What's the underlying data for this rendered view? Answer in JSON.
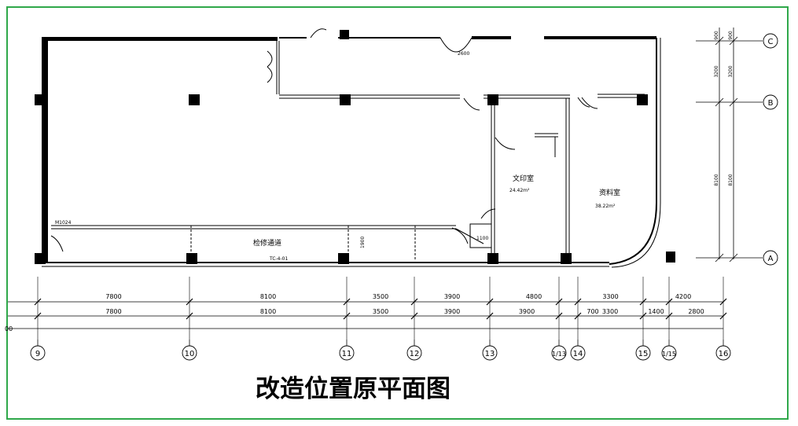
{
  "title": "改造位置原平面图",
  "rooms": {
    "print_room": {
      "name": "文印室",
      "area": "24.42m²"
    },
    "archive_room": {
      "name": "资料室",
      "area": "38.22m²"
    },
    "corridor": {
      "name": "检修通道"
    }
  },
  "labels": {
    "door_2600": "2600",
    "door_m1024": "M1024",
    "dim_1900": "1900",
    "dim_1100": "1100",
    "beam": "TC-4-01"
  },
  "row_dims_top": [
    "7800",
    "8100",
    "3500",
    "3900",
    "4800",
    "3300",
    "4200"
  ],
  "row_dims_bottom": [
    "7800",
    "8100",
    "3500",
    "3900",
    "3900",
    "700",
    "3300",
    "1400",
    "2800"
  ],
  "left_edge_fragment": "00",
  "col_axes": [
    "9",
    "10",
    "11",
    "12",
    "13",
    "1/13",
    "14",
    "15",
    "1/15",
    "16"
  ],
  "row_axes": [
    "C",
    "B",
    "A"
  ],
  "right_dims_outer": [
    "900",
    "3200",
    "8100"
  ],
  "right_dims_inner": [
    "900",
    "3200",
    "8100"
  ]
}
